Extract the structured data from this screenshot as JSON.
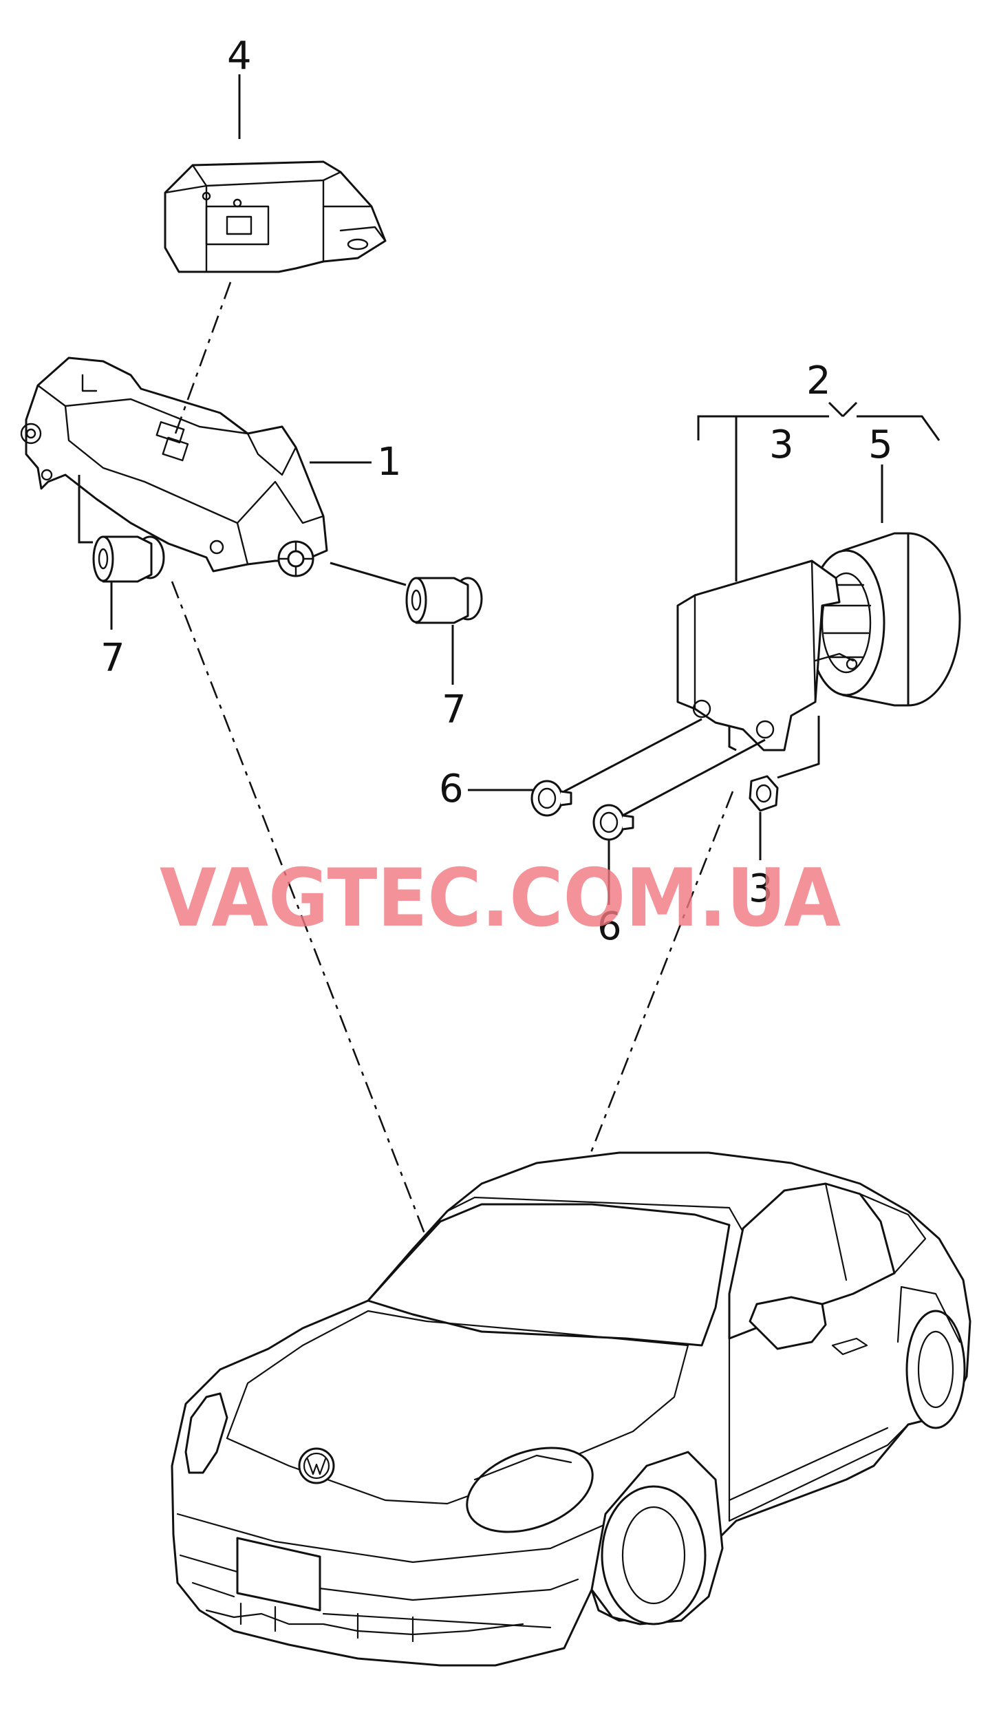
{
  "callouts": {
    "c1": "1",
    "c2": "2",
    "c3_top": "3",
    "c3_bottom": "3",
    "c4": "4",
    "c5": "5",
    "c6_left": "6",
    "c6_bottom": "6",
    "c7_left": "7",
    "c7_right": "7"
  },
  "watermark": "VAGTEC.COM.UA",
  "colors": {
    "watermark": "#f0777f",
    "line": "#111111",
    "background": "#ffffff"
  }
}
